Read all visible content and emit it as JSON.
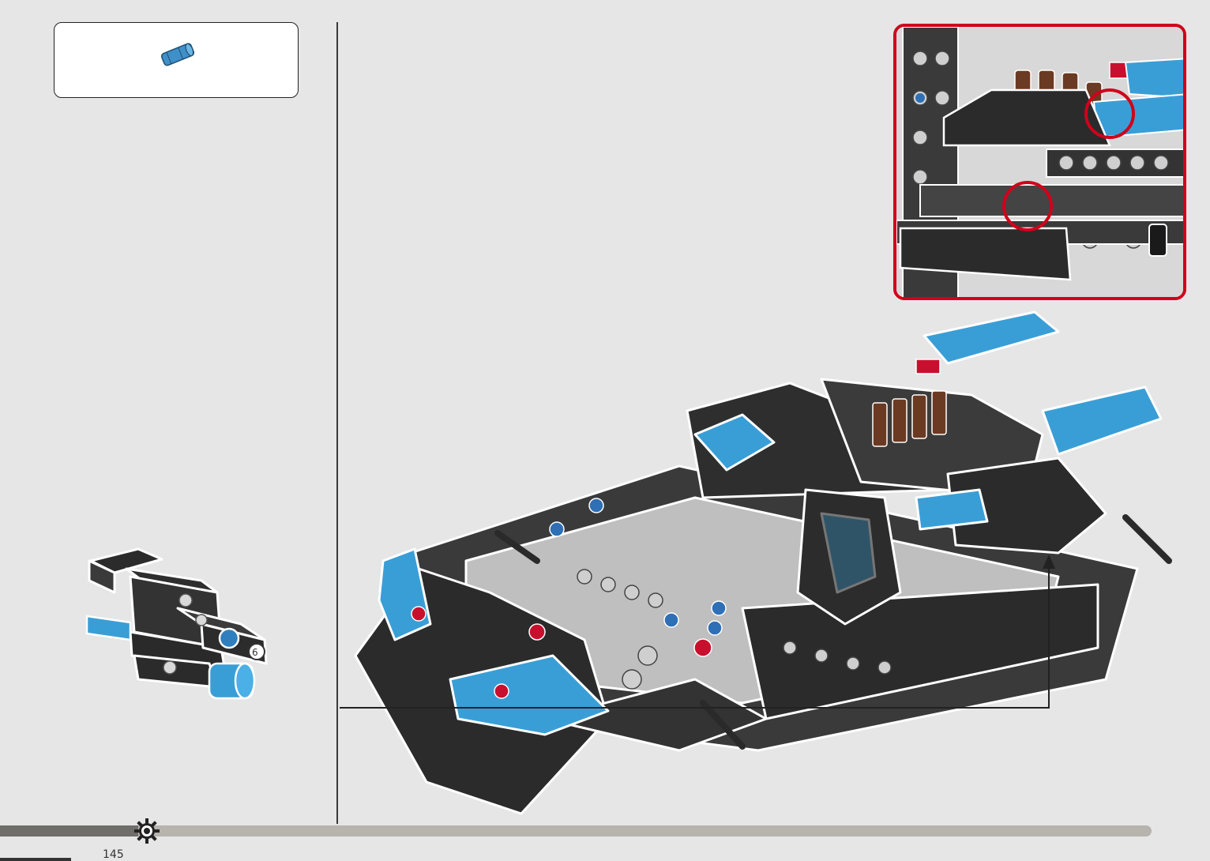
{
  "page": {
    "number": "145"
  },
  "parts_callout": {
    "part_color": "#3f8fc9",
    "items": [
      {
        "icon": "blue-axle-pin-icon",
        "quantity": ""
      }
    ]
  },
  "sub_assembly": {
    "icon": "sub-assembly-icon",
    "rotation_indicator": "rotation-marker-icon"
  },
  "zoom_detail": {
    "border_color": "#d0021b",
    "highlight_color": "#d0021b",
    "highlight_count": 2
  },
  "main_model": {
    "icon": "car-chassis-model-icon",
    "colors": {
      "accent": "#3a9ed6",
      "dark": "#2b2b2b",
      "light": "#bfbfbf",
      "brown": "#6b3a22",
      "red": "#c8102e"
    }
  },
  "progress": {
    "fraction": 0.12
  },
  "icons": {
    "settings_gear": "gear-icon"
  }
}
